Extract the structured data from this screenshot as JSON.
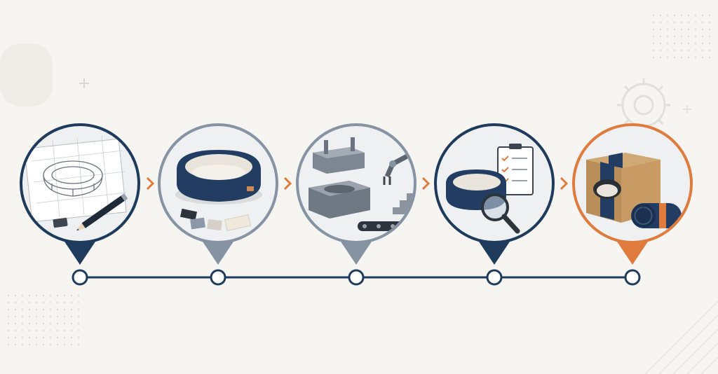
{
  "diagram": {
    "type": "process-timeline",
    "colors": {
      "navy": "#1f3b5c",
      "steel": "#8593a3",
      "accent": "#e07b3e",
      "background": "#f6f5f1",
      "circle_fill": "#eef0f1"
    },
    "steps": [
      {
        "id": "design-sketch",
        "icon": "sketch-drawing-icon",
        "ring": "navy",
        "pin": "navy",
        "active": false
      },
      {
        "id": "materials",
        "icon": "pet-bed-materials-icon",
        "ring": "steel",
        "pin": "steel",
        "active": false
      },
      {
        "id": "manufacturing",
        "icon": "mold-machinery-icon",
        "ring": "steel",
        "pin": "steel",
        "active": false
      },
      {
        "id": "quality-check",
        "icon": "inspection-checklist-icon",
        "ring": "navy",
        "pin": "navy",
        "active": false
      },
      {
        "id": "packaging",
        "icon": "shipping-box-icon",
        "ring": "accent",
        "pin": "accent",
        "active": true
      }
    ],
    "connector_icon": "chevron-right-icon",
    "checklist_lines": [
      "",
      "",
      ""
    ]
  }
}
